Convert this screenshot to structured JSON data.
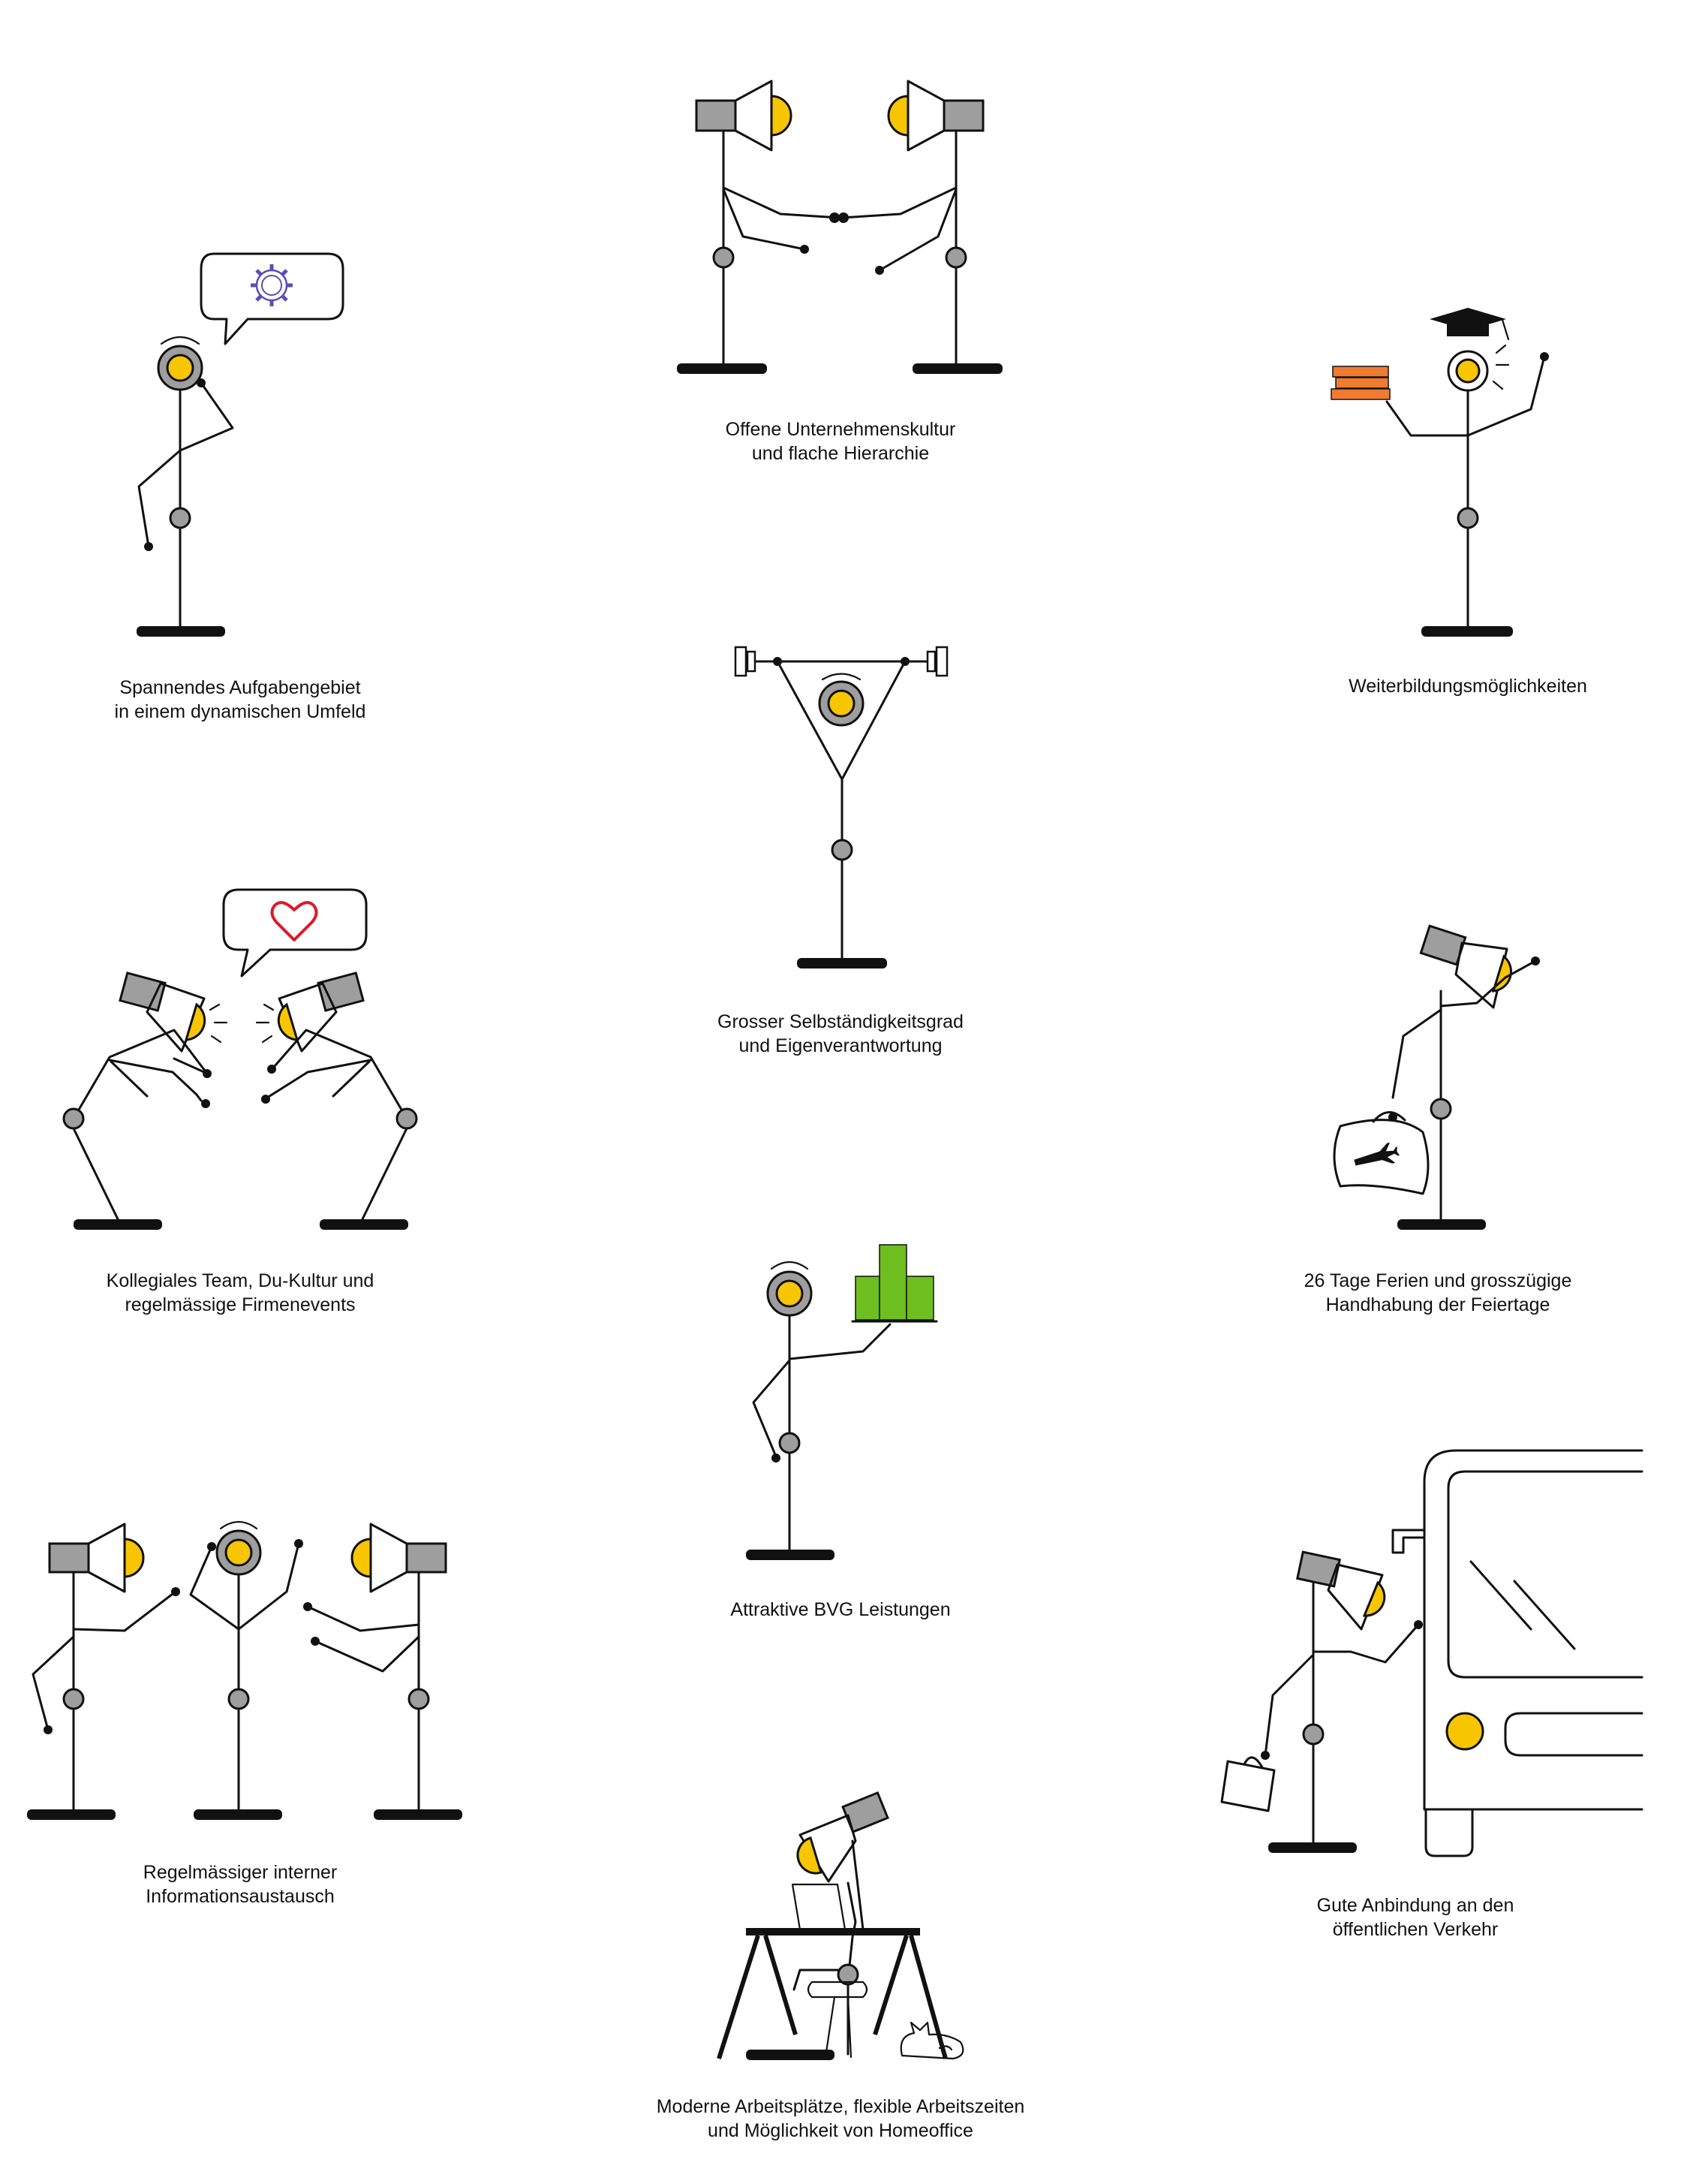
{
  "colors": {
    "bulb": "#F7C600",
    "shade": "#9E9E9E",
    "joint": "#9E9E9E",
    "books": "#F07C32",
    "chart": "#6DBE1E",
    "heart": "#E0192A",
    "gear": "#5A4FB3",
    "ink": "#111111"
  },
  "benefits": [
    {
      "id": "spannendes",
      "icon": "lamp-thinking-gear-icon",
      "line1": "Spannendes Aufgabengebiet",
      "line2": "in einem dynamischen Umfeld"
    },
    {
      "id": "kultur",
      "icon": "lamps-handshake-icon",
      "line1": "Offene Unternehmenskultur",
      "line2": "und flache Hierarchie"
    },
    {
      "id": "weiterbildung",
      "icon": "lamp-graduate-books-icon",
      "line1": "Weiterbildungsmöglichkeiten",
      "line2": ""
    },
    {
      "id": "selbst",
      "icon": "lamp-weightlifting-icon",
      "line1": "Grosser Selbständigkeitsgrad",
      "line2": "und Eigenverantwortung"
    },
    {
      "id": "team",
      "icon": "lamps-heart-icon",
      "line1": "Kollegiales Team, Du-Kultur und",
      "line2": "regelmässige Firmenevents"
    },
    {
      "id": "ferien",
      "icon": "lamp-travel-bag-icon",
      "line1": "26 Tage Ferien und grosszügige",
      "line2": "Handhabung der Feiertage"
    },
    {
      "id": "bvg",
      "icon": "lamp-growth-chart-icon",
      "line1": "Attraktive BVG Leistungen",
      "line2": ""
    },
    {
      "id": "austausch",
      "icon": "three-lamps-talking-icon",
      "line1": "Regelmässiger interner",
      "line2": "Informationsaustausch"
    },
    {
      "id": "verkehr",
      "icon": "lamp-bus-icon",
      "line1": "Gute Anbindung an den",
      "line2": "öffentlichen Verkehr"
    },
    {
      "id": "arbeitsplatz",
      "icon": "lamp-desk-homeoffice-icon",
      "line1": "Moderne Arbeitsplätze, flexible Arbeitszeiten",
      "line2": "und Möglichkeit von Homeoffice"
    }
  ]
}
